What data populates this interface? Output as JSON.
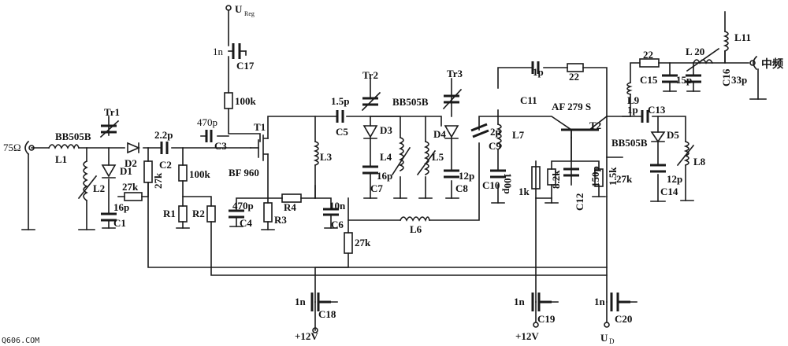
{
  "labels": {
    "ureg": "U",
    "ureg_sub": "Reg",
    "c17_val": "1n",
    "c17": "C17",
    "r_100k_top": "100k",
    "c3_val": "470p",
    "c3": "C3",
    "t1": "T1",
    "bf960": "BF 960",
    "input": "75Ω",
    "tr1": "Tr1",
    "bb505b_1": "BB505B",
    "l1": "L1",
    "d1": "D1",
    "d2": "D2",
    "c_2_2p": "2.2p",
    "c2": "C2",
    "r_27k_a": "27k",
    "r_27k_b": "27k",
    "r_100k_mid": "100k",
    "l2": "L2",
    "c1_val": "16p",
    "c1": "C1",
    "r1": "R1",
    "r2": "R2",
    "c4_val": "470p",
    "c4": "C4",
    "r3": "R3",
    "r4": "R4",
    "l3": "L3",
    "c6_val": "10n",
    "c6": "C6",
    "r_27k_c": "27k",
    "c5_val": "1.5p",
    "c5": "C5",
    "tr2": "Tr2",
    "bb505b_2": "BB505B",
    "d3": "D3",
    "l4": "L4",
    "c7_val": "16p",
    "c7": "C7",
    "tr3": "Tr3",
    "d4": "D4",
    "l5": "L5",
    "c8_val": "12p",
    "c8": "C8",
    "l6": "L6",
    "c9_val": "2p",
    "c9": "C9",
    "l7": "L7",
    "c10_val": "100p",
    "c10": "C10",
    "r_1k": "1k",
    "r_8_2k": "8.2k",
    "c11_val": "1p",
    "c11": "C11",
    "r_22_mid": "22",
    "af279s": "AF 279 S",
    "t2": "T2",
    "c12_val": "150p",
    "c12": "C12",
    "r_1_5k": "1.5k",
    "r_27k_d": "27k",
    "l9": "L9",
    "r_22_top": "22",
    "l20": "L 20",
    "c15": "C15",
    "c15_val": "15p",
    "c16": "C16",
    "c16_val": "33p",
    "l11": "L11",
    "zhongpin": "中频",
    "c13_val": "1p",
    "c13": "C13",
    "bb505b_3": "BB505B",
    "d5": "D5",
    "l8": "L8",
    "c14_val": "12p",
    "c14": "C14",
    "c18_val": "1n",
    "c18": "C18",
    "v12_left": "+12V",
    "c19_val": "1n",
    "c19": "C19",
    "v12_right": "+12V",
    "c20_val": "1n",
    "c20": "C20",
    "ud": "U",
    "ud_sub": "D",
    "watermark": "Q606.COM"
  }
}
